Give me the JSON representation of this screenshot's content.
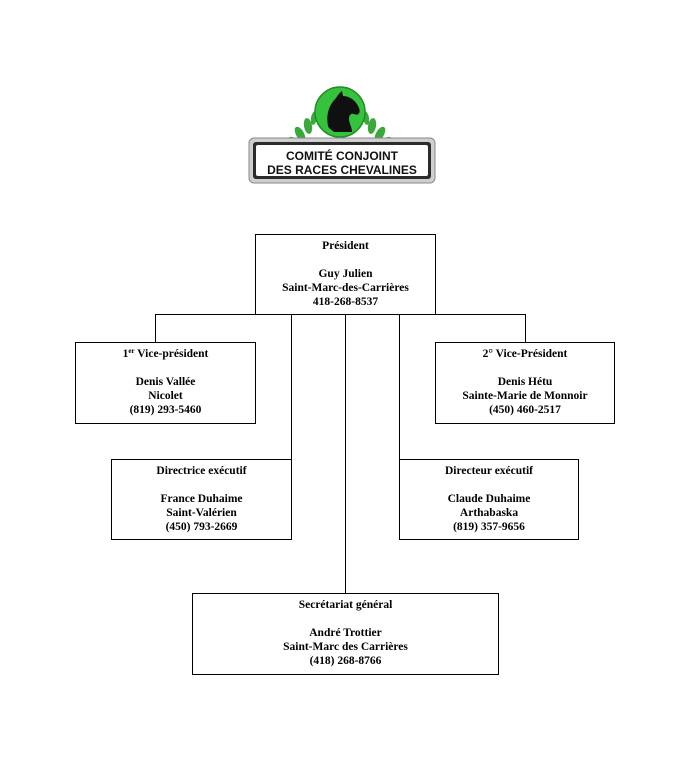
{
  "logo": {
    "line1": "COMITÉ CONJOINT",
    "line2": "DES RACES CHEVALINES",
    "emblem": "horse-head-icon",
    "colors": {
      "green": "#36c23c",
      "banner": "#2b2b2b",
      "banner_border": "#b9b9b9"
    }
  },
  "nodes": {
    "president": {
      "role": "Président",
      "name": "Guy Julien",
      "city": "Saint-Marc-des-Carrières",
      "phone": "418-268-8537"
    },
    "vp1": {
      "role_num": "1",
      "role_sup": "er",
      "role_rest": " Vice-président",
      "name": "Denis Vallée",
      "city": "Nicolet",
      "phone": "(819) 293-5460"
    },
    "vp2": {
      "role": "2° Vice-Président",
      "name": "Denis Hétu",
      "city": "Sainte-Marie de Monnoir",
      "phone": "(450) 460-2517"
    },
    "director_f": {
      "role": "Directrice exécutif",
      "name": "France Duhaime",
      "city": "Saint-Valérien",
      "phone": "(450) 793-2669"
    },
    "director_m": {
      "role": "Directeur exécutif",
      "name": "Claude Duhaime",
      "city": "Arthabaska",
      "phone": "(819) 357-9656"
    },
    "secretariat": {
      "role": "Secrétariat général",
      "name": "André Trottier",
      "city": "Saint-Marc des Carrières",
      "phone": "(418) 268-8766"
    }
  }
}
